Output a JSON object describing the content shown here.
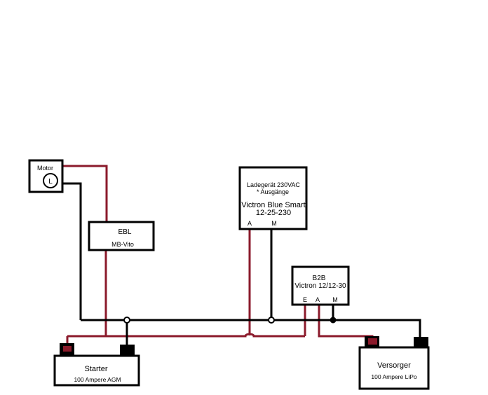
{
  "motor": {
    "title": "Motor",
    "symbol": "L"
  },
  "ebl": {
    "line1": "EBL",
    "line2": "MB-Vito"
  },
  "charger": {
    "line1": "Ladegerät 230VAC",
    "line2": "* Ausgänge",
    "line3": "Victron Blue Smart",
    "line4": "12-25-230",
    "terminal_a": "A",
    "terminal_m": "M"
  },
  "b2b": {
    "line1": "B2B",
    "line2": "Victron 12/12-30",
    "terminal_e": "E",
    "terminal_a": "A",
    "terminal_m": "M"
  },
  "starter": {
    "line1": "Starter",
    "line2": "100 Ampere AGM"
  },
  "versorger": {
    "line1": "Versorger",
    "line2": "100 Ampere LiPo"
  },
  "colors": {
    "positive_wire": "#8b1a2b",
    "ground_wire": "#000000",
    "background": "#ffffff"
  }
}
